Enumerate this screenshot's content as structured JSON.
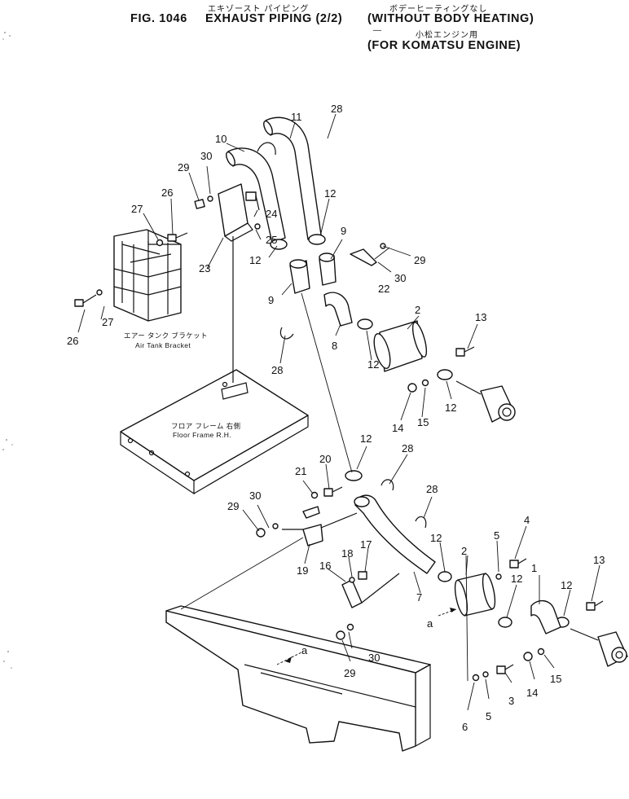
{
  "header": {
    "jp_exhaust": "エキゾースト パイピング",
    "jp_body": "ボデーヒーティングなし",
    "jp_engine": "小松エンジン用",
    "fig": "FIG. 1046",
    "name": "EXHAUST PIPING (2/2)",
    "variant": "(WITHOUT BODY HEATING)",
    "engine": "(FOR KOMATSU ENGINE)"
  },
  "captions": {
    "air_tank_jp": "エアー タンク ブラケット",
    "air_tank_en": "Air Tank Bracket",
    "floor_jp": "フロア フレーム 右側",
    "floor_en": "Floor Frame R.H."
  },
  "refs": {
    "a_upper": "a",
    "a_lower": "a"
  },
  "callouts": [
    "1",
    "2",
    "2",
    "3",
    "4",
    "5",
    "5",
    "6",
    "7",
    "8",
    "9",
    "9",
    "10",
    "11",
    "12",
    "12",
    "12",
    "12",
    "12",
    "12",
    "12",
    "12",
    "13",
    "13",
    "14",
    "14",
    "15",
    "15",
    "16",
    "17",
    "18",
    "19",
    "20",
    "21",
    "22",
    "23",
    "24",
    "25",
    "26",
    "26",
    "27",
    "27",
    "28",
    "28",
    "28",
    "28",
    "29",
    "29",
    "29",
    "30",
    "30",
    "30"
  ]
}
